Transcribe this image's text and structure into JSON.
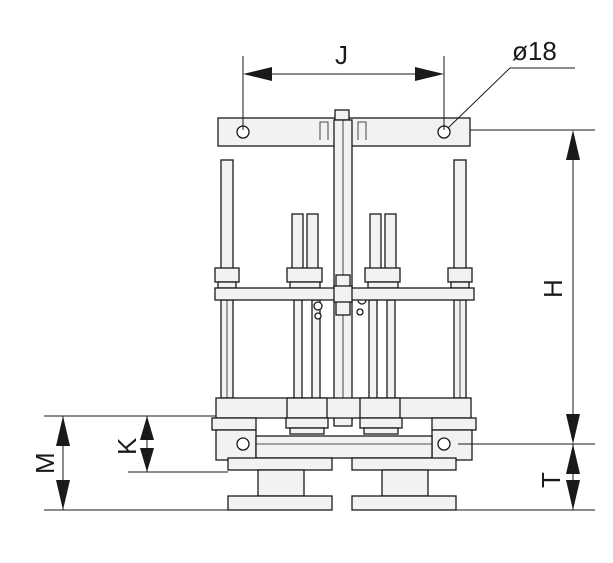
{
  "labels": {
    "j": "J",
    "diameter": "ø18",
    "h": "H",
    "m": "M",
    "k": "K",
    "t": "T"
  },
  "colors": {
    "line": "#1a1a1a",
    "part_fill": "#f2f2f2",
    "background": "#ffffff"
  }
}
